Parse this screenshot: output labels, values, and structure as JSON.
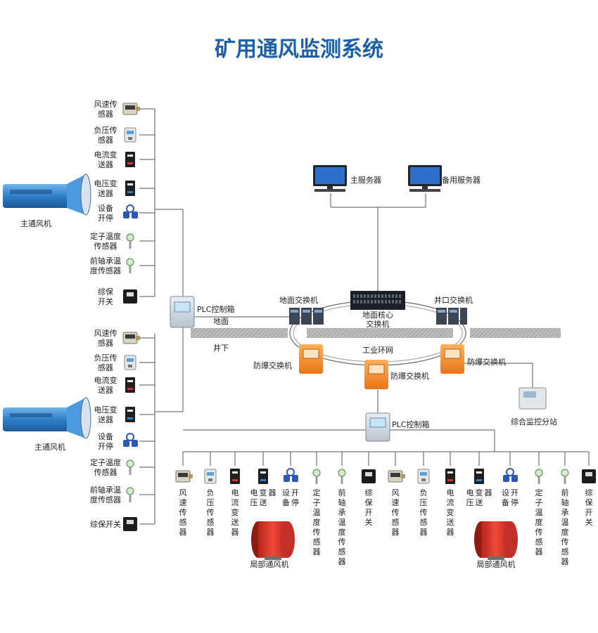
{
  "title": "矿用通风监测系统",
  "colors": {
    "title": "#1a5fa8",
    "fan_blue": "#2f7fc7",
    "explosion_proof_orange": "#f08a24",
    "local_fan_red": "#d9332a",
    "line": "#555555"
  },
  "servers": {
    "main": "主服务器",
    "backup": "备用服务器"
  },
  "network": {
    "core_switch_line1": "地面核心",
    "core_switch_line2": "交换机",
    "ground_switch": "地面交换机",
    "shaft_switch": "井口交换机",
    "ring": "工业环网",
    "explosion_switch_left": "防爆交换机",
    "explosion_switch_mid": "防爆交换机",
    "explosion_switch_right": "防爆交换机",
    "monitoring_substation": "综合监控分站"
  },
  "zones": {
    "surface": "地面",
    "underground": "井下"
  },
  "plc": {
    "upper": "PLC控制箱",
    "lower": "PLC控制箱"
  },
  "main_fan_label": "主通风机",
  "local_fan_label": "局部通风机",
  "upper_group": [
    {
      "label": [
        "风速传",
        "感器"
      ],
      "icon": "wind-speed-sensor-icon"
    },
    {
      "label": [
        "负压传",
        "感器"
      ],
      "icon": "negative-pressure-sensor-icon"
    },
    {
      "label": [
        "电流变",
        "送器"
      ],
      "icon": "current-transmitter-icon"
    },
    {
      "label": [
        "电压变",
        "送器"
      ],
      "icon": "voltage-transmitter-icon"
    },
    {
      "label": [
        "设备",
        "开停"
      ],
      "icon": "on-off-sensor-icon"
    },
    {
      "label": [
        "定子温度",
        "传感器"
      ],
      "icon": "stator-temperature-sensor-icon"
    },
    {
      "label": [
        "前轴承温",
        "度传感器"
      ],
      "icon": "bearing-temperature-sensor-icon"
    },
    {
      "label": [
        "综保",
        "开关"
      ],
      "icon": "protection-switch-icon"
    }
  ],
  "lower_group": [
    {
      "label": [
        "风速传",
        "感器"
      ],
      "icon": "wind-speed-sensor-icon"
    },
    {
      "label": [
        "负压传",
        "感器"
      ],
      "icon": "negative-pressure-sensor-icon"
    },
    {
      "label": [
        "电流变",
        "送器"
      ],
      "icon": "current-transmitter-icon"
    },
    {
      "label": [
        "电压变",
        "送器"
      ],
      "icon": "voltage-transmitter-icon"
    },
    {
      "label": [
        "设备",
        "开停"
      ],
      "icon": "on-off-sensor-icon"
    },
    {
      "label": [
        "定子温度",
        "传感器"
      ],
      "icon": "stator-temperature-sensor-icon"
    },
    {
      "label": [
        "前轴承温",
        "度传感器"
      ],
      "icon": "bearing-temperature-sensor-icon"
    },
    {
      "label": [
        "综保开关"
      ],
      "icon": "protection-switch-icon"
    }
  ],
  "bottom_left": [
    {
      "label": "风速传感器",
      "icon": "wind-speed-sensor-icon"
    },
    {
      "label": "负压传感器",
      "icon": "negative-pressure-sensor-icon"
    },
    {
      "label": "电流变送器",
      "icon": "current-transmitter-icon"
    },
    {
      "label": "电压变送器",
      "icon": "voltage-transmitter-icon",
      "cols": [
        "电压",
        "变送",
        "器"
      ]
    },
    {
      "label": "设备开停",
      "icon": "on-off-sensor-icon",
      "cols": [
        "设备",
        "开停"
      ]
    },
    {
      "label": "定子温度传感器",
      "icon": "stator-temperature-sensor-icon"
    },
    {
      "label": "前轴承温度传感器",
      "icon": "bearing-temperature-sensor-icon"
    },
    {
      "label": "综保开关",
      "icon": "protection-switch-icon"
    }
  ],
  "bottom_right": [
    {
      "label": "风速传感器",
      "icon": "wind-speed-sensor-icon"
    },
    {
      "label": "负压传感器",
      "icon": "negative-pressure-sensor-icon"
    },
    {
      "label": "电流变送器",
      "icon": "current-transmitter-icon"
    },
    {
      "label": "电压变送器",
      "icon": "voltage-transmitter-icon",
      "cols": [
        "电压",
        "变送",
        "器"
      ]
    },
    {
      "label": "设备开停",
      "icon": "on-off-sensor-icon",
      "cols": [
        "设备",
        "开停"
      ]
    },
    {
      "label": "定子温度传感器",
      "icon": "stator-temperature-sensor-icon"
    },
    {
      "label": "前轴承温度传感器",
      "icon": "bearing-temperature-sensor-icon"
    },
    {
      "label": "综保开关",
      "icon": "protection-switch-icon"
    }
  ]
}
